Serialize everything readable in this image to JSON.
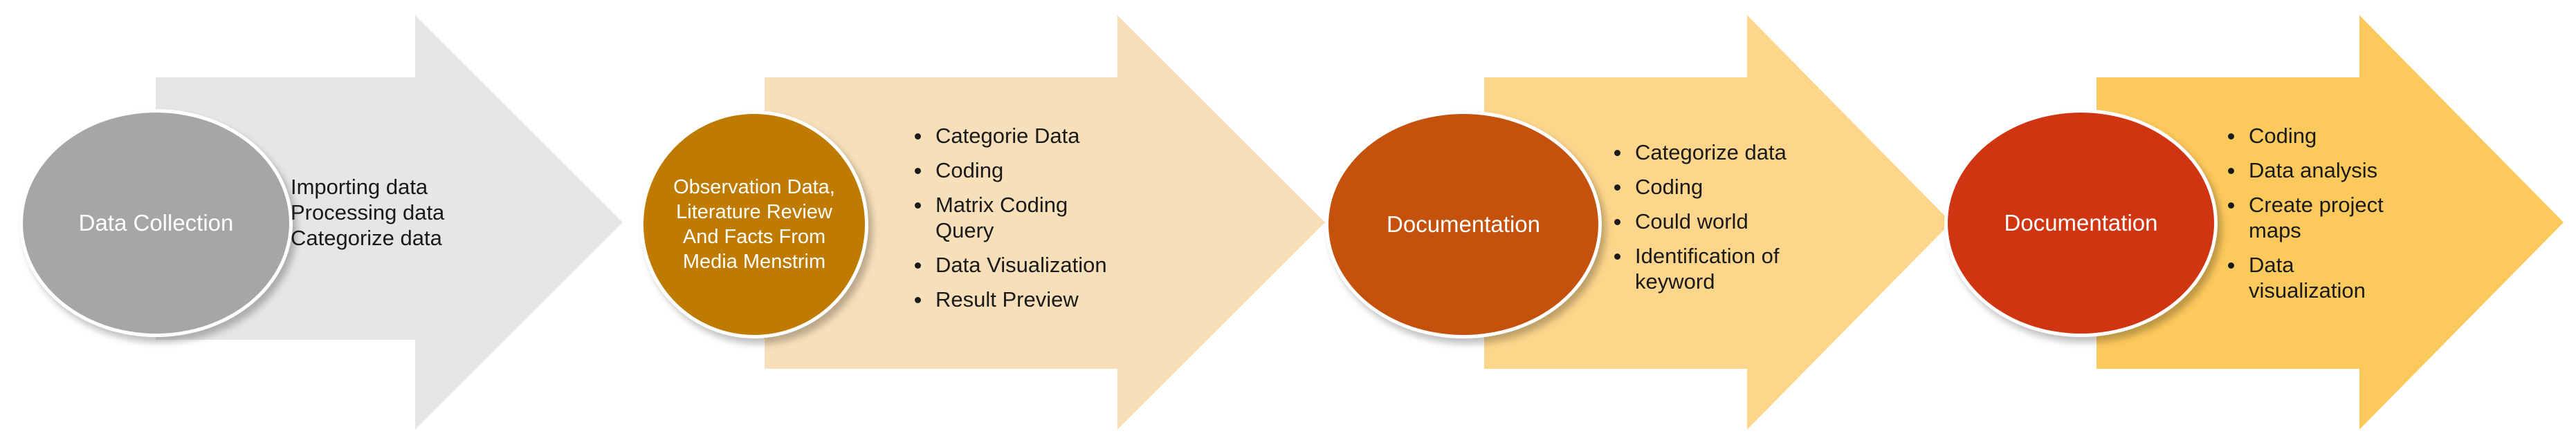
{
  "stages": [
    {
      "title": "Data Collection",
      "items": [
        "Importing  data",
        "Processing  data",
        "Categorize  data"
      ],
      "colors": {
        "arrow": "#e6e6e6",
        "circle": "#a6a6a6"
      }
    },
    {
      "title": "Observation Data, Literature Review And Facts From Media Menstrim",
      "items": [
        "Categorie  Data",
        "Coding",
        "Matrix  Coding  Query",
        "Data  Visualization",
        "Result  Preview"
      ],
      "colors": {
        "arrow": "#f7dfb9",
        "circle": "#bf7a00"
      }
    },
    {
      "title": "Documentation",
      "items": [
        "Categorize  data",
        "Coding",
        "Could  world",
        "Identification   of keyword"
      ],
      "colors": {
        "arrow": "#fdd68b",
        "circle": "#c5520c"
      }
    },
    {
      "title": "Documentation",
      "items": [
        "Coding",
        "Data  analysis",
        "Create  project maps",
        "Data visualization"
      ],
      "colors": {
        "arrow": "#fcc95c",
        "circle": "#d03512"
      }
    }
  ]
}
